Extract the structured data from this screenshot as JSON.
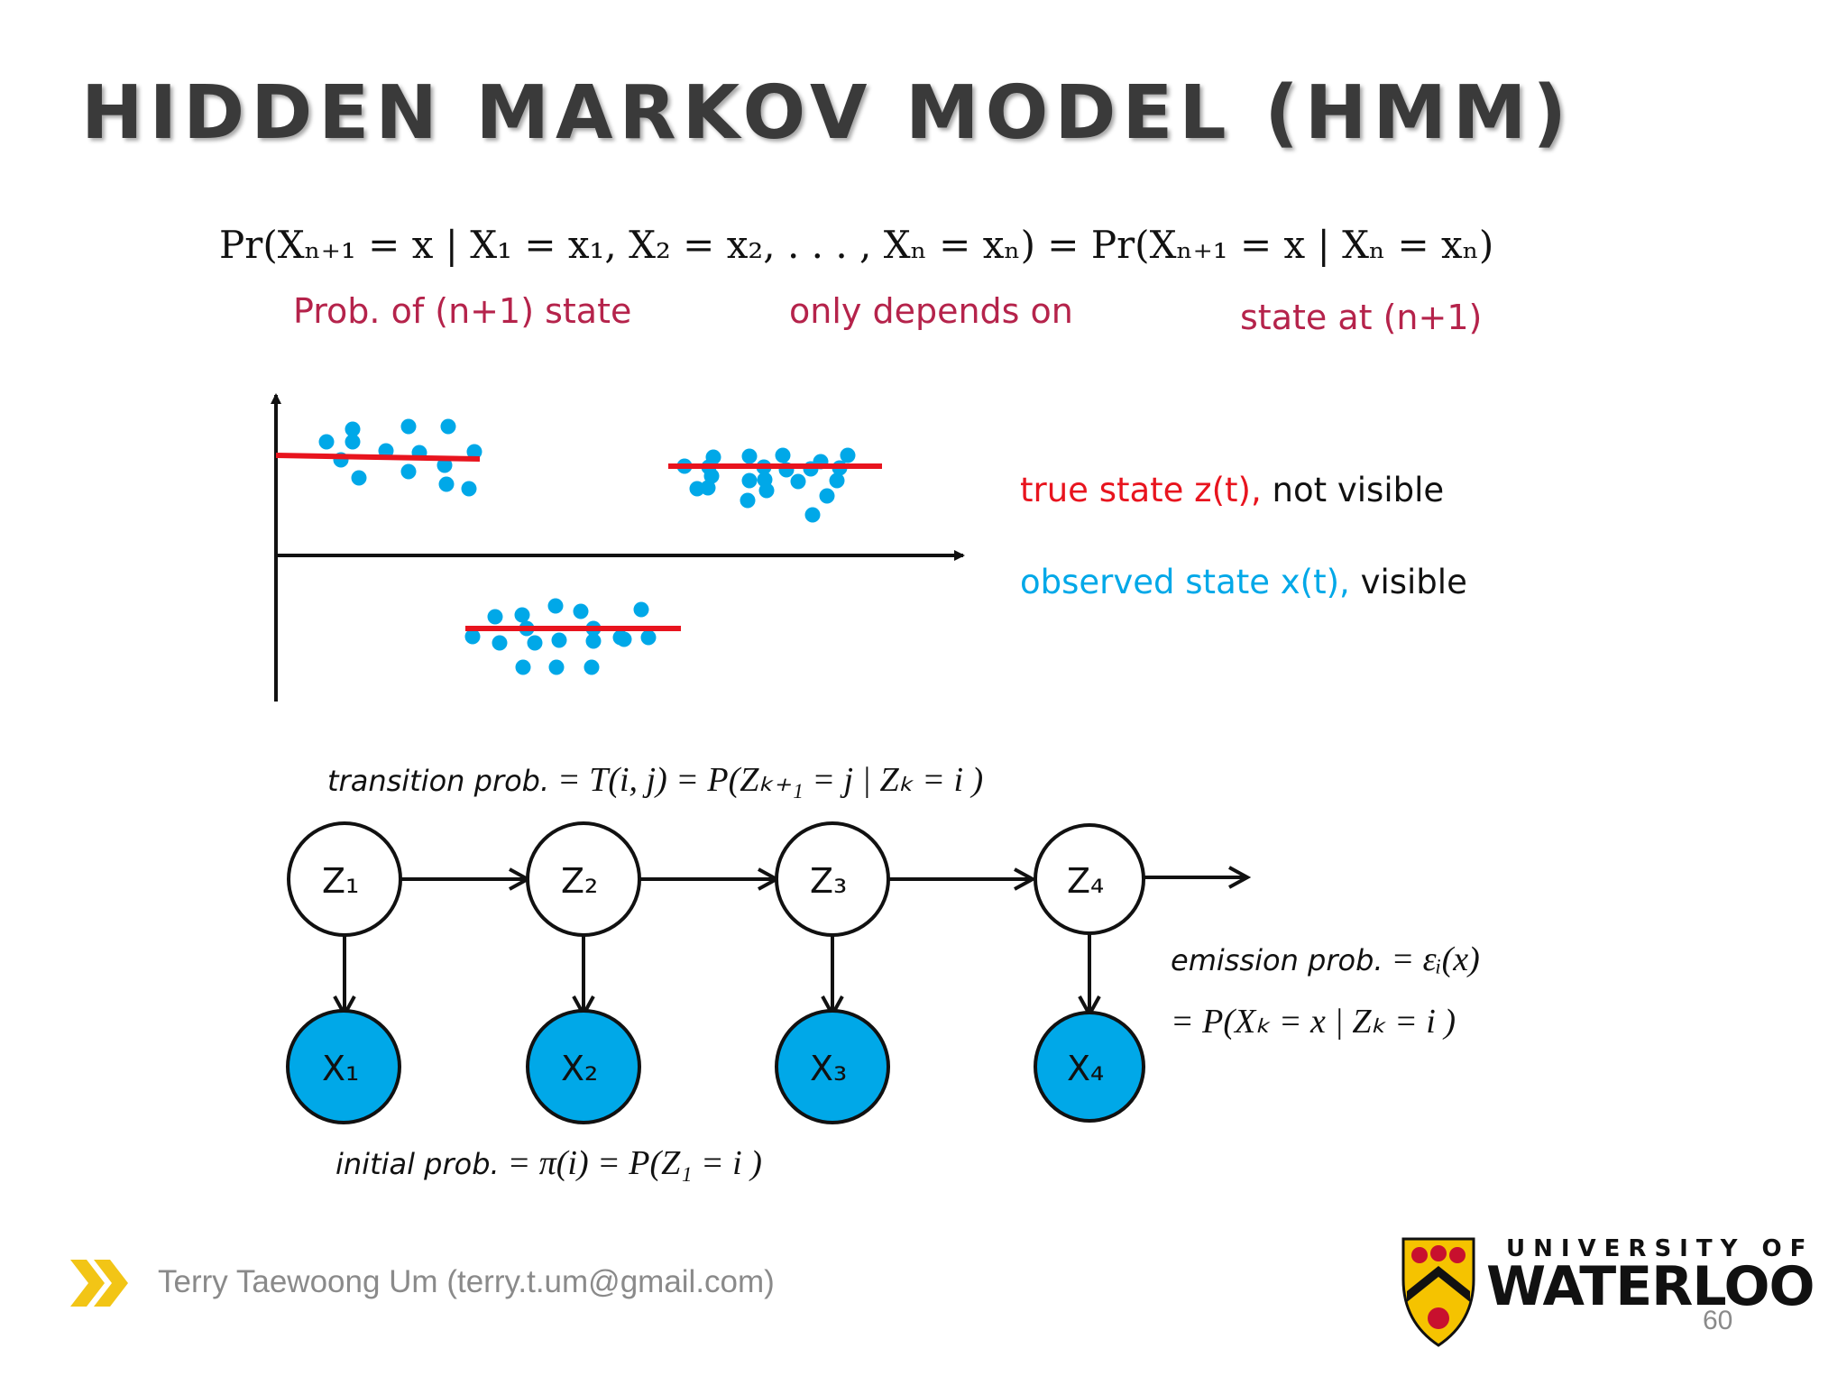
{
  "slide": {
    "title": "HIDDEN MARKOV MODEL (HMM)",
    "page_number": "60",
    "footer": "Terry Taewoong Um (terry.t.um@gmail.com)"
  },
  "markov_equation": {
    "text": "Pr(Xₙ₊₁ = x | X₁ = x₁, X₂ = x₂, . . . , Xₙ = xₙ) = Pr(Xₙ₊₁ = x | Xₙ = xₙ)",
    "annotations": [
      "Prob. of (n+1) state",
      "only depends on",
      "state at (n+1)"
    ]
  },
  "legend": {
    "true_state_colored": "true state z(t),",
    "true_state_rest": " not visible",
    "observed_colored": "observed state x(t),",
    "observed_rest": " visible"
  },
  "formulas": {
    "transition_label": "transition prob.",
    "transition_expr": "= T(i, j) = P(Zₖ₊₁ = j | Zₖ = i )",
    "emission_label": "emission prob.",
    "emission_expr1": "= εᵢ(x)",
    "emission_expr2": "= P(Xₖ = x | Zₖ = i )",
    "initial_label": "initial prob.",
    "initial_expr": "= π(i) = P(Z₁ = i )"
  },
  "hidden_states": [
    "Z₁",
    "Z₂",
    "Z₃",
    "Z₄"
  ],
  "observed_states": [
    "X₁",
    "X₂",
    "X₃",
    "X₄"
  ],
  "university": {
    "line1": "UNIVERSITY OF",
    "line2": "WATERLOO"
  },
  "colors": {
    "accent_red": "#b5234b",
    "observed_blue": "#00a8e8",
    "true_state_red": "#e8141e",
    "chevron_gold": "#f2c516"
  }
}
